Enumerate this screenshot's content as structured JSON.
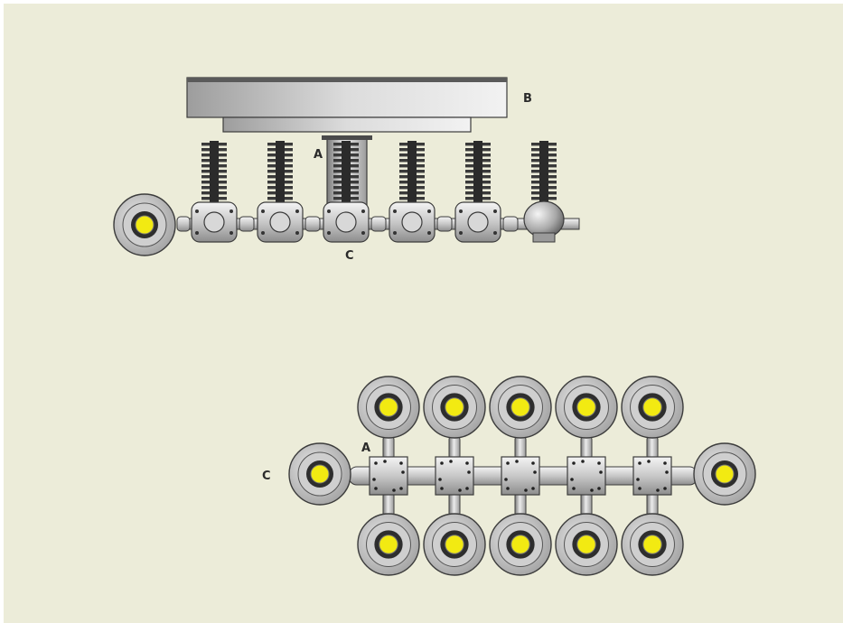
{
  "labels": {
    "side_view": {
      "top_plate": "B",
      "shaft": "A",
      "bottom": "C"
    },
    "plan_view": {
      "shaft": "A",
      "left_end": "C"
    }
  },
  "side_view": {
    "bushing_count": 6
  },
  "plan_view": {
    "block_count": 5
  },
  "colors": {
    "background": "#ececd9",
    "metal_light": "#e6e6e6",
    "metal_mid": "#b5b5b5",
    "metal_dark": "#6e6e6e",
    "outline": "#3c3c3c",
    "bushing": "#3a3a3a",
    "lamp": "#f2ea12"
  },
  "icons": [
    "lamp-icon",
    "bushing-icon",
    "junction-block-icon"
  ]
}
